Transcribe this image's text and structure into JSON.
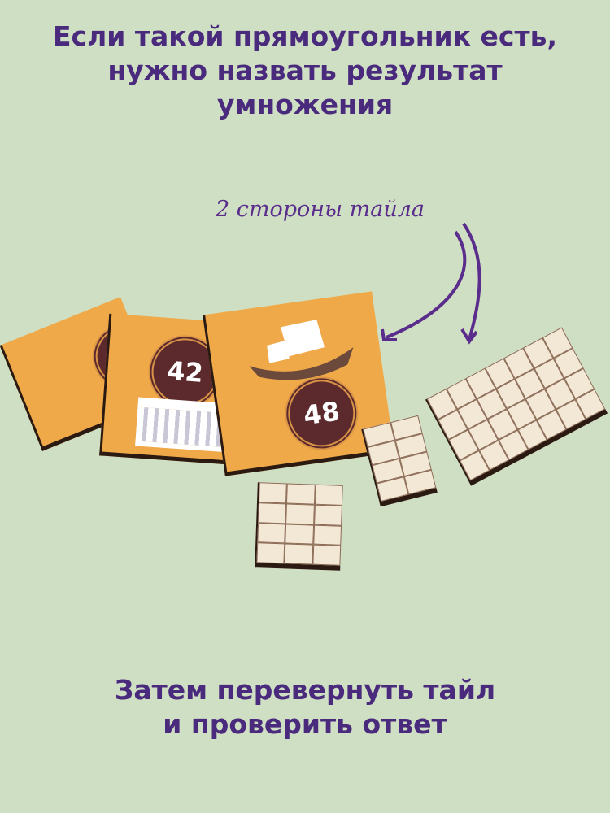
{
  "heading": {
    "lines": [
      "Если такой прямоугольник есть,",
      "нужно назвать результат",
      "умножения"
    ]
  },
  "annotation": {
    "label": "2 стороны тайла"
  },
  "cards": [
    {
      "number": "42",
      "picture": "temple-icon"
    },
    {
      "number": "48",
      "picture": "ship-icon"
    }
  ],
  "footer": {
    "lines": [
      "Затем перевернуть тайл",
      "и проверить ответ"
    ]
  },
  "colors": {
    "background": "#cfdfc3",
    "text": "#4a2a7d",
    "card": "#f0a948",
    "medal": "#5c2a2c",
    "tile": "#f3e7d6"
  }
}
